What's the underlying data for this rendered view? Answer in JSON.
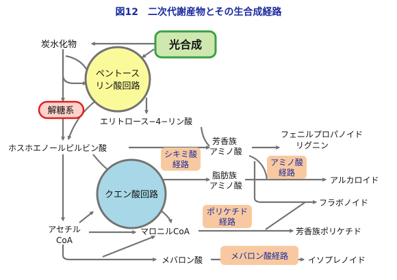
{
  "title": "図12　二次代謝産物とその生合成経路",
  "nodes": {
    "photosynthesis": "光合成",
    "carbohydrate": "炭水化物",
    "pentose_cycle_line1": "ペントース",
    "pentose_cycle_line2": "リン酸回路",
    "glycolysis": "解糖系",
    "erythrose": "エリトロース−4−リン酸",
    "pep": "ホスホエノールピルビン酸",
    "aromatic_aa_line1": "芳香族",
    "aromatic_aa_line2": "アミノ酸",
    "aliphatic_aa_line1": "脂肪族",
    "aliphatic_aa_line2": "アミノ酸",
    "tca_cycle": "クエン酸回路",
    "acetyl_line1": "アセチル",
    "acetyl_line2": "CoA",
    "malonyl": "マロニルCoA",
    "mevalonic": "メバロン酸",
    "phenylpropanoid": "フェニルプロパノイド",
    "lignin": "リグニン",
    "alkaloid": "アルカロイド",
    "flavonoid": "フラボノイド",
    "aromatic_polyketide": "芳香族ポリケチド",
    "isoprenoid": "イソプレノイド"
  },
  "pathways": {
    "shikimate_line1": "シキミ酸",
    "shikimate_line2": "経路",
    "amino_acid_line1": "アミノ酸",
    "amino_acid_line2": "経路",
    "polyketide_line1": "ポリケチド",
    "polyketide_line2": "経路",
    "mevalonate": "メバロン酸経路"
  },
  "colors": {
    "title": "#1a2a9c",
    "photosynthesis_fill": "#cfe8b0",
    "photosynthesis_stroke": "#3aa046",
    "pentose_fill": "#fafa9a",
    "glycolysis_fill": "#fbd2cc",
    "glycolysis_stroke": "#e01e1e",
    "tca_fill": "#a8d8e8",
    "pathway_fill": "#f8c9a0",
    "arrow": "#737373",
    "text": "#111111"
  }
}
